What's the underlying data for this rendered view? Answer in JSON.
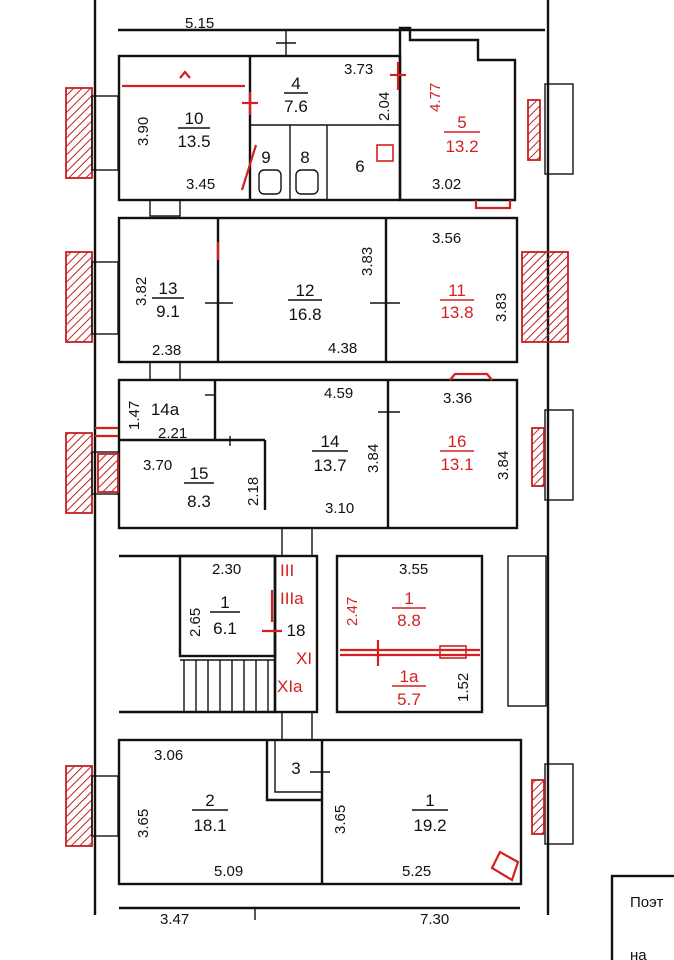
{
  "colors": {
    "wall": "#111111",
    "accent_red": "#d42020",
    "background": "#ffffff"
  },
  "cutoff_dims": {
    "top": "5.15",
    "bottom_left": "3.47",
    "bottom_right": "7.30"
  },
  "legend": {
    "line1": "Поэт",
    "line2": "на"
  },
  "rooms": [
    {
      "id": "10",
      "num": "10",
      "area": "13.5",
      "red": false
    },
    {
      "id": "4",
      "num": "4",
      "area": "7.6",
      "red": false
    },
    {
      "id": "5",
      "num": "5",
      "area": "13.2",
      "red": true
    },
    {
      "id": "9",
      "num": "9",
      "area": "",
      "red": false
    },
    {
      "id": "8",
      "num": "8",
      "area": "",
      "red": false
    },
    {
      "id": "6",
      "num": "6",
      "area": "",
      "red": false
    },
    {
      "id": "13",
      "num": "13",
      "area": "9.1",
      "red": false
    },
    {
      "id": "12",
      "num": "12",
      "area": "16.8",
      "red": false
    },
    {
      "id": "11",
      "num": "11",
      "area": "13.8",
      "red": true
    },
    {
      "id": "14a",
      "num": "14a",
      "area": "",
      "red": false
    },
    {
      "id": "14",
      "num": "14",
      "area": "13.7",
      "red": false
    },
    {
      "id": "15",
      "num": "15",
      "area": "8.3",
      "red": false
    },
    {
      "id": "16",
      "num": "16",
      "area": "13.1",
      "red": true
    },
    {
      "id": "1-left",
      "num": "1",
      "area": "6.1",
      "red": false
    },
    {
      "id": "18",
      "num": "18",
      "area": "",
      "red": false
    },
    {
      "id": "1-red",
      "num": "1",
      "area": "8.8",
      "red": true
    },
    {
      "id": "1a",
      "num": "1a",
      "area": "5.7",
      "red": true
    },
    {
      "id": "2",
      "num": "2",
      "area": "18.1",
      "red": false
    },
    {
      "id": "3",
      "num": "3",
      "area": "",
      "red": false
    },
    {
      "id": "1-bottom",
      "num": "1",
      "area": "19.2",
      "red": false
    }
  ],
  "dims": [
    "3.73",
    "4.77",
    "2.04",
    "3.90",
    "3.45",
    "3.02",
    "3.56",
    "3.82",
    "3.83",
    "3.83",
    "2.38",
    "4.38",
    "1.47",
    "2.21",
    "4.59",
    "3.36",
    "3.70",
    "2.18",
    "3.84",
    "3.84",
    "3.10",
    "2.30",
    "2.65",
    "3.55",
    "2.47",
    "1.52",
    "3.06",
    "3.65",
    "3.65",
    "5.09",
    "5.25"
  ],
  "roman_labels": [
    "III",
    "IIIa",
    "XI",
    "XIa"
  ]
}
